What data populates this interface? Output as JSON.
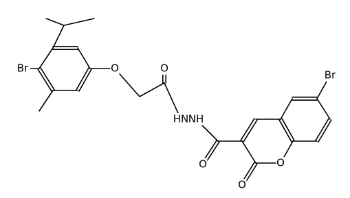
{
  "colors": {
    "background": "#ffffff",
    "bond": "#000000",
    "label": "#000000"
  },
  "atoms": [
    {
      "id": "Br_left",
      "label": "Br"
    },
    {
      "id": "O_ether",
      "label": "O"
    },
    {
      "id": "O_amide_top",
      "label": "O"
    },
    {
      "id": "NH_1",
      "label": "HN"
    },
    {
      "id": "NH_2",
      "label": "NH"
    },
    {
      "id": "Br_right",
      "label": "Br"
    },
    {
      "id": "O_amide_bottom",
      "label": "O"
    },
    {
      "id": "O_ring",
      "label": "O"
    },
    {
      "id": "O_lactone",
      "label": "O"
    }
  ]
}
